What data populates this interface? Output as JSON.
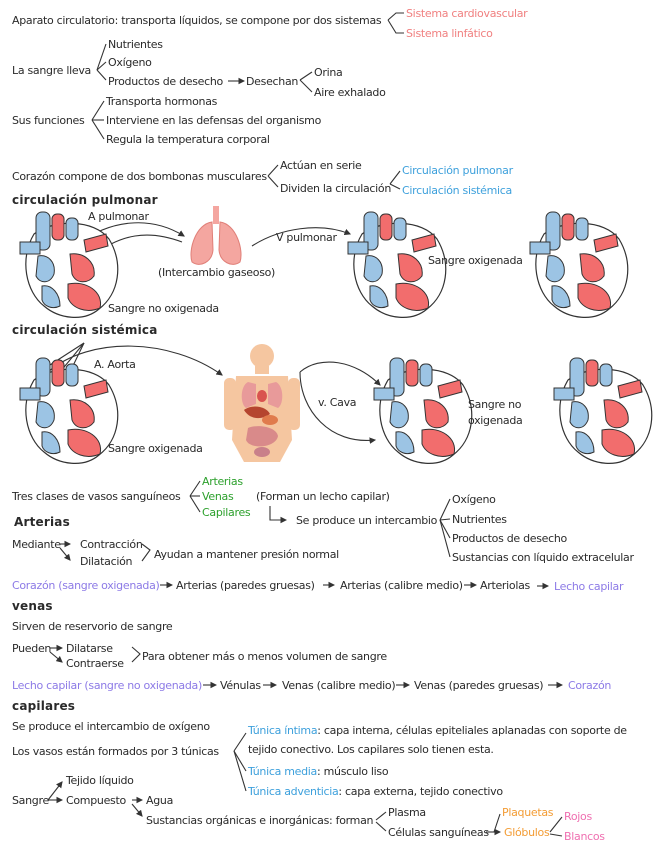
{
  "text": {
    "t1": "Aparato circulatorio: transporta líquidos, se compone por dos sistemas",
    "t1a": "Sistema cardiovascular",
    "t1b": "Sistema linfático",
    "t2": "La sangre lleva",
    "t2a": "Nutrientes",
    "t2b": "Oxígeno",
    "t2c": "Productos de desecho",
    "t2d": "Desechan",
    "t2e": "Orina",
    "t2f": "Aire exhalado",
    "t3": "Sus funciones",
    "t3a": "Transporta hormonas",
    "t3b": "Interviene en las defensas del organismo",
    "t3c": "Regula la temperatura corporal",
    "t4": "Corazón compone de dos bombonas musculares",
    "t4a": "Actúan en serie",
    "t4b": "Dividen la circulación",
    "t4c": "Circulación pulmonar",
    "t4d": "Circulación sistémica",
    "h1": "circulación pulmonar",
    "p1": "A pulmonar",
    "p2": "(Intercambio gaseoso)",
    "p3": "V pulmonar",
    "p4": "Sangre oxigenada",
    "p5": "Sangre no oxigenada",
    "h2": "circulación sistémica",
    "s1": "A. Aorta",
    "s2": "v. Cava",
    "s3a": "Sangre no",
    "s3b": "oxigenada",
    "s4": "Sangre oxigenada",
    "v1": "Tres clases de vasos sanguíneos",
    "v1a": "Arterias",
    "v1b": "Venas",
    "v1c": "Capilares",
    "v2": "(Forman un lecho capilar)",
    "v3": "Se produce un intercambio",
    "v3a": "Oxígeno",
    "v3b": "Nutrientes",
    "v3c": "Productos de desecho",
    "v3d": "Sustancias con líquido extracelular",
    "h3": "Arterias",
    "a1": "Mediante",
    "a1a": "Contracción",
    "a1b": "Dilatación",
    "a2": "Ayudan a mantener presión normal",
    "a3a": "Corazón (sangre oxigenada)",
    "a3b": "Arterias (paredes gruesas)",
    "a3c": "Arterias (calibre medio)",
    "a3d": "Arteriolas",
    "a3e": "Lecho capilar",
    "h4": "venas",
    "n1": "Sirven de reservorio de sangre",
    "n2": "Pueden",
    "n2a": "Dilatarse",
    "n2b": "Contraerse",
    "n3": "Para obtener más o menos volumen de sangre",
    "n4a": "Lecho capilar (sangre no oxigenada)",
    "n4b": "Vénulas",
    "n4c": "Venas (calibre medio)",
    "n4d": "Venas (paredes gruesas)",
    "n4e": "Corazón",
    "h5": "capilares",
    "c1": "Se produce el intercambio de oxígeno",
    "c2": "Los vasos están formados por 3 túnicas",
    "c2a1": "Túnica íntima",
    "c2a2": ": capa interna, células epiteliales aplanadas con soporte de",
    "c2a3": "tejido conectivo. Los capilares solo tienen esta.",
    "c2b1": "Túnica media",
    "c2b2": ": músculo liso",
    "c2c1": "Túnica adventicia",
    "c2c2": ": capa externa, tejido conectivo",
    "g1": "Sangre",
    "g1a": "Tejido líquido",
    "g1b": "Compuesto",
    "g1c": "Agua",
    "g2": "Sustancias orgánicas e inorgánicas: forman",
    "g2a": "Plasma",
    "g2b": "Células sanguíneas",
    "g3a": "Plaquetas",
    "g3b": "Glóbulos",
    "g4a": "Rojos",
    "g4b": "Blancos"
  },
  "colors": {
    "pink": "#f08080",
    "blue": "#3da0dc",
    "green": "#2ca02c",
    "purple": "#8c7ae6",
    "orange": "#f39c34",
    "magenta": "#ef6fb0",
    "heart_blue": "#9cc4e4",
    "heart_red": "#f26d6d"
  },
  "icons": [
    "heart-icon",
    "lungs-icon",
    "human-body-organs-icon"
  ]
}
